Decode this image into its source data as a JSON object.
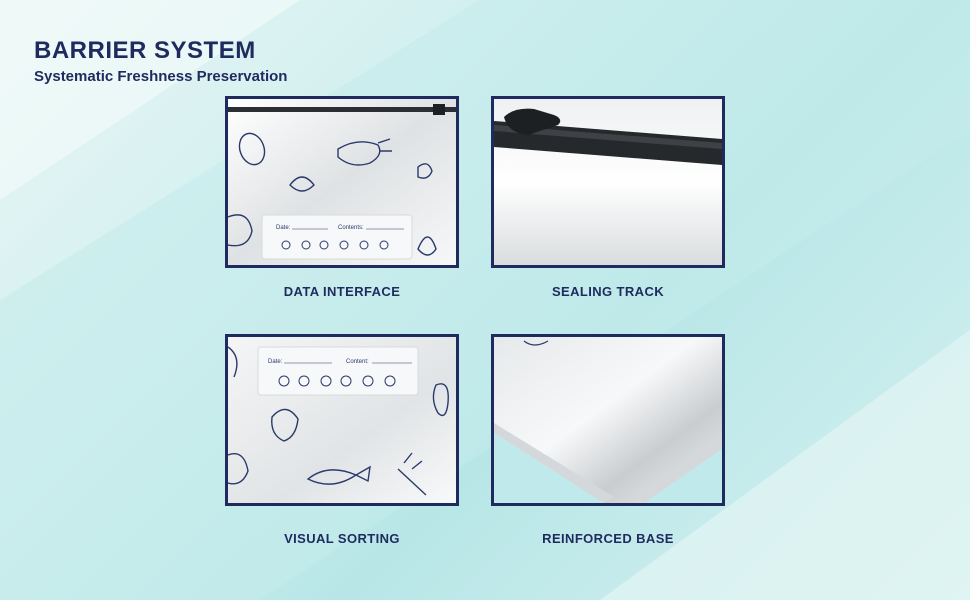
{
  "header": {
    "title": "BARRIER SYSTEM",
    "subtitle": "Systematic Freshness Preservation"
  },
  "panels": [
    {
      "caption": "DATA INTERFACE",
      "label_date": "Date:",
      "label_contents": "Contents:"
    },
    {
      "caption": "SEALING TRACK"
    },
    {
      "caption": "VISUAL SORTING",
      "label_date": "Date:",
      "label_contents": "Content:"
    },
    {
      "caption": "REINFORCED BASE"
    }
  ],
  "colors": {
    "brand_navy": "#1f2a5e",
    "teal_background": "#b8e6e7",
    "pouch_silver": "#e8eaeb"
  }
}
